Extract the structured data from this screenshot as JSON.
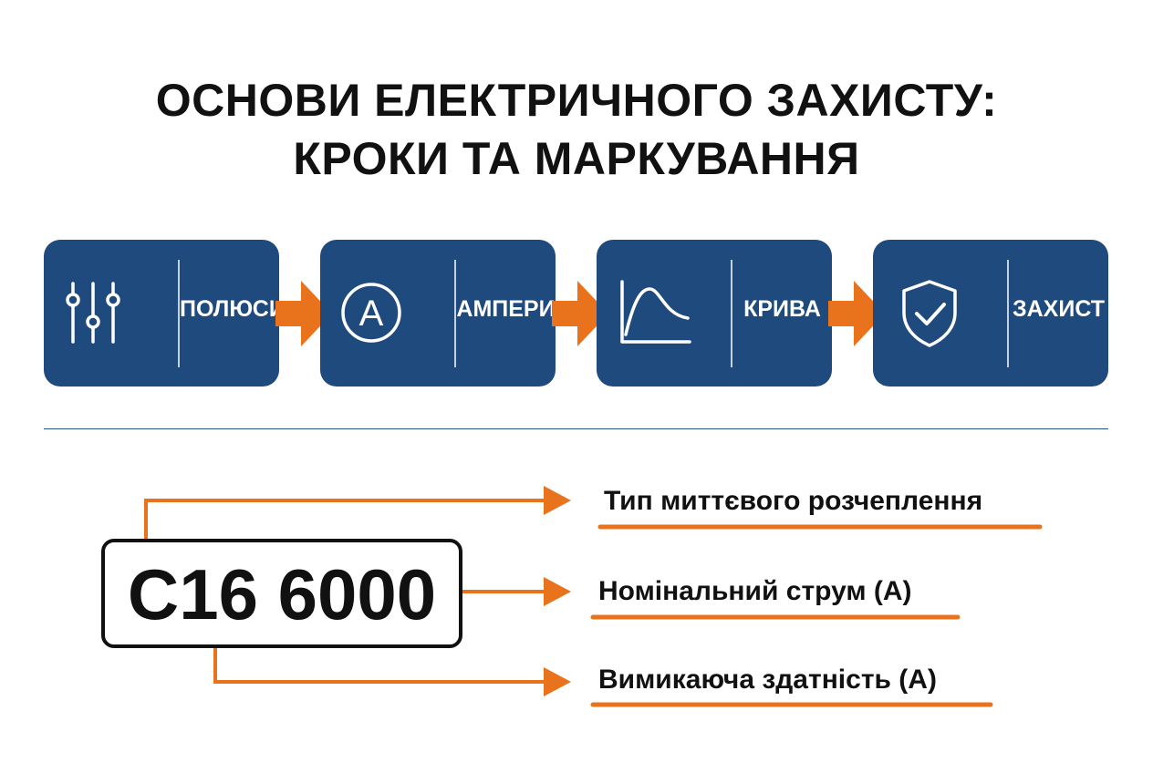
{
  "title": {
    "line1": "ОСНОВИ ЕЛЕКТРИЧНОГО ЗАХИСТУ:",
    "line2": "КРОКИ ТА МАРКУВАННЯ"
  },
  "steps": [
    {
      "label": "ПОЛЮСИ",
      "icon": "sliders-icon"
    },
    {
      "label": "АМПЕРИ",
      "icon": "ampere-icon"
    },
    {
      "label": "КРИВА",
      "icon": "curve-chart-icon"
    },
    {
      "label": "ЗАХИСТ",
      "icon": "shield-check-icon"
    }
  ],
  "marking": {
    "code": "C16 6000",
    "descriptions": [
      {
        "text": "Тип миттєвого розчеплення"
      },
      {
        "text": "Номінальний струм (А)"
      },
      {
        "text": "Вимикаюча здатність (А)"
      }
    ]
  },
  "colors": {
    "box": "#1e4a7d",
    "accent": "#e8731c",
    "text": "#111111"
  }
}
